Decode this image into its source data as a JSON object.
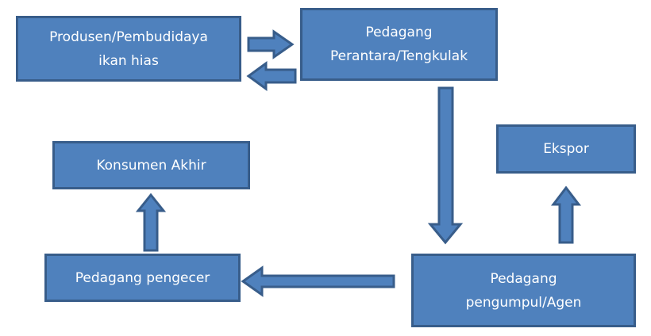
{
  "colors": {
    "fill": "#4f81bd",
    "border": "#385d8a",
    "text": "#ffffff"
  },
  "nodes": {
    "produsen": [
      "Produsen/Pembudidaya",
      "ikan hias"
    ],
    "perantara": [
      "Pedagang",
      "Perantara/Tengkulak"
    ],
    "konsumen": [
      "Konsumen Akhir"
    ],
    "ekspor": [
      "Ekspor"
    ],
    "pengecer": [
      "Pedagang pengecer"
    ],
    "pengumpul": [
      "Pedagang",
      "pengumpul/Agen"
    ]
  }
}
